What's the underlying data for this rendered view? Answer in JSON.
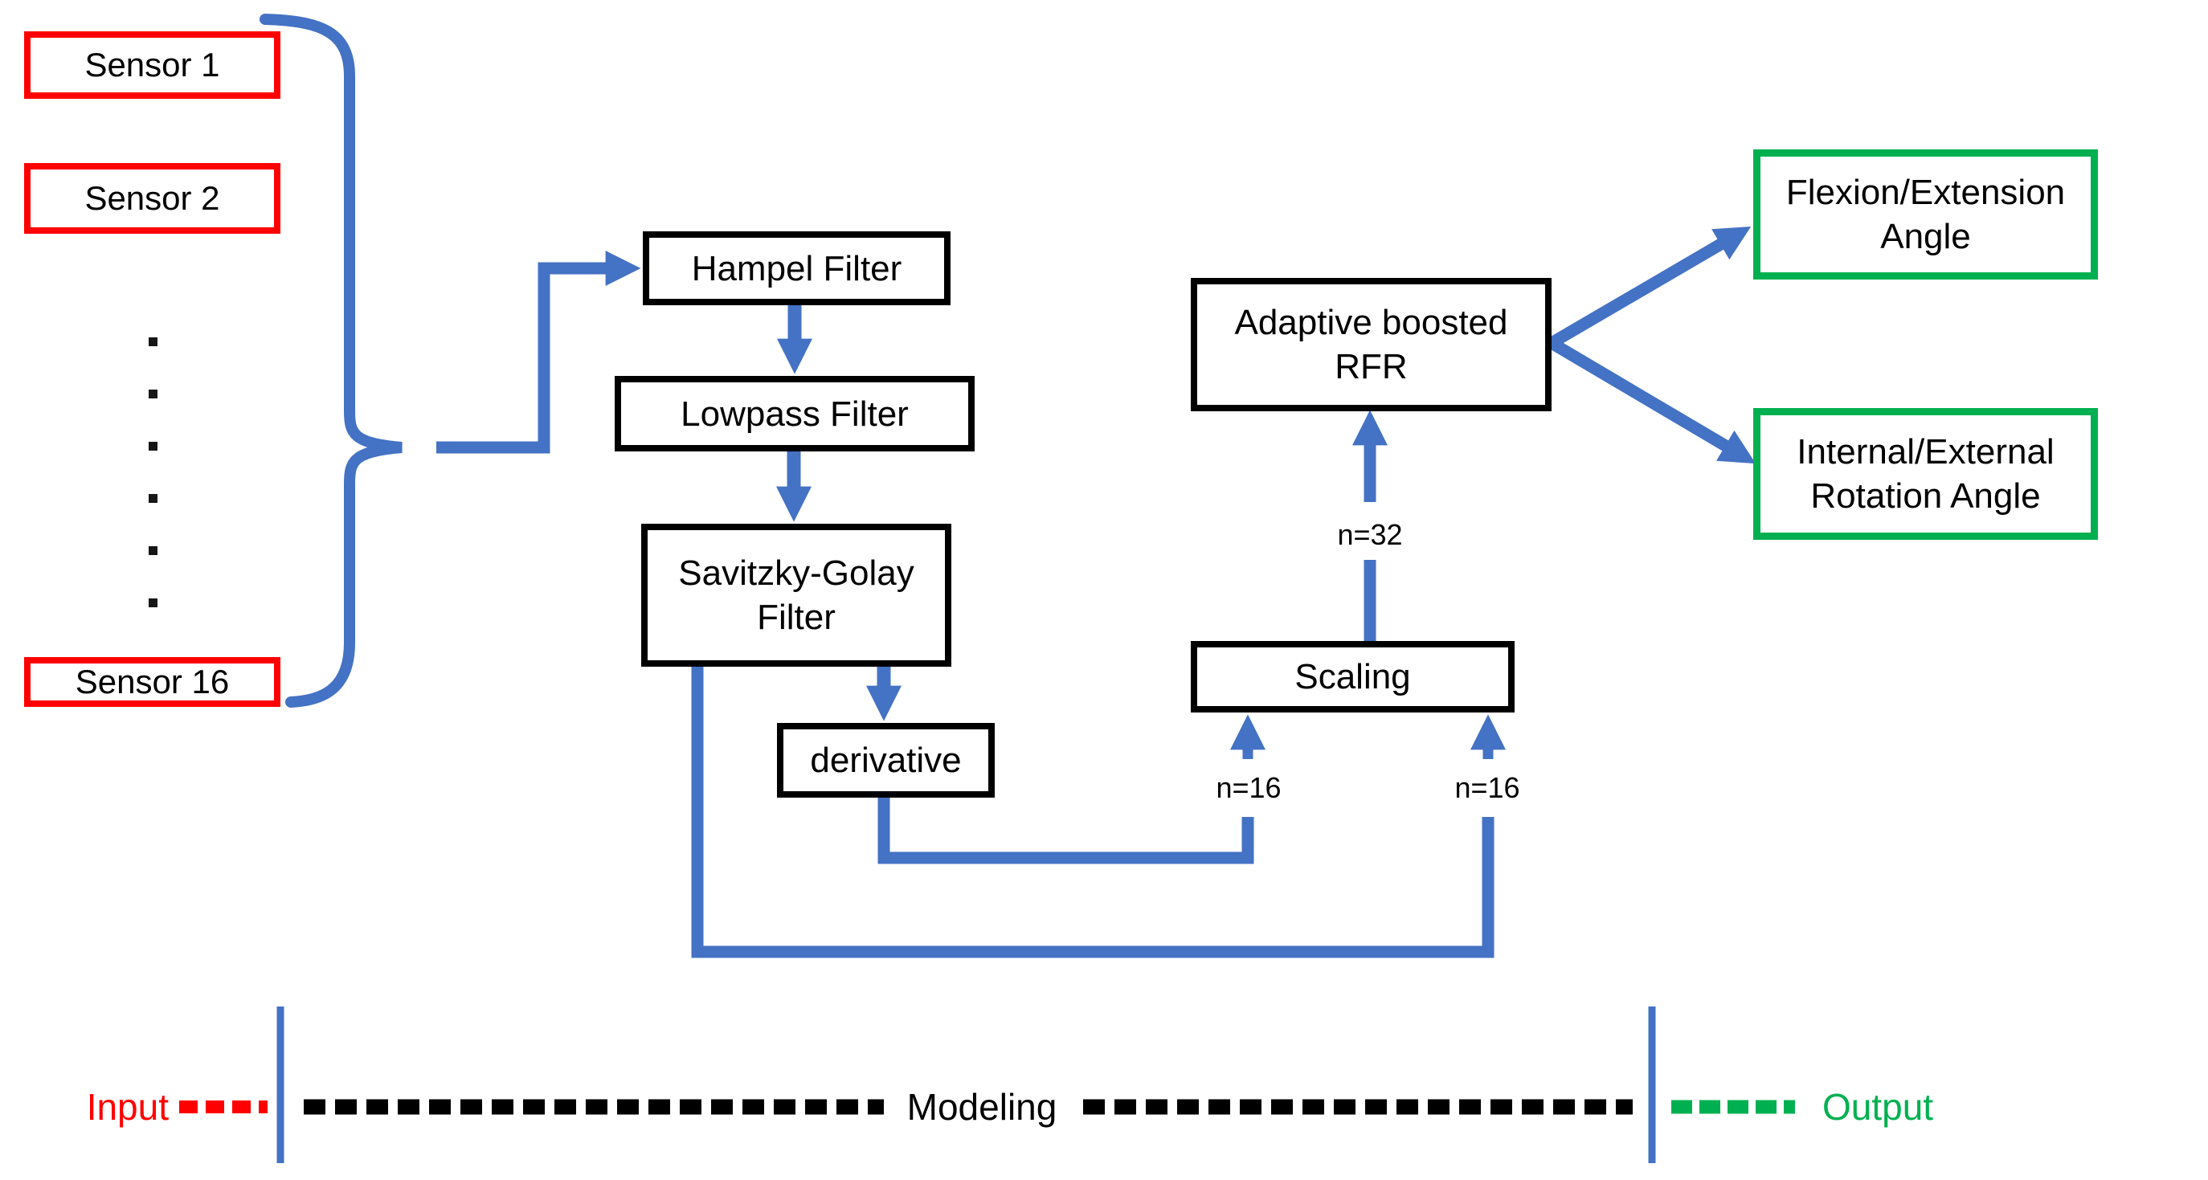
{
  "sensors": {
    "items": [
      {
        "label": "Sensor 1"
      },
      {
        "label": "Sensor 2"
      },
      {
        "label": "Sensor 16"
      }
    ],
    "ellipsis_dot_count": 6
  },
  "pipeline": {
    "hampel": "Hampel Filter",
    "lowpass": "Lowpass Filter",
    "savgol": "Savitzky-Golay Filter",
    "derivative": "derivative",
    "scaling": "Scaling",
    "rfr": "Adaptive boosted RFR"
  },
  "outputs": {
    "flexion": "Flexion/Extension Angle",
    "rotation": "Internal/External Rotation Angle"
  },
  "annotations": {
    "scaling_left_n": "n=16",
    "scaling_right_n": "n=16",
    "rfr_n": "n=32"
  },
  "legend": {
    "input": "Input",
    "modeling": "Modeling",
    "output": "Output"
  },
  "colors": {
    "connector_blue": "#4472C4",
    "input_red": "#FF0000",
    "output_green": "#00B050",
    "node_border_black": "#000000"
  }
}
